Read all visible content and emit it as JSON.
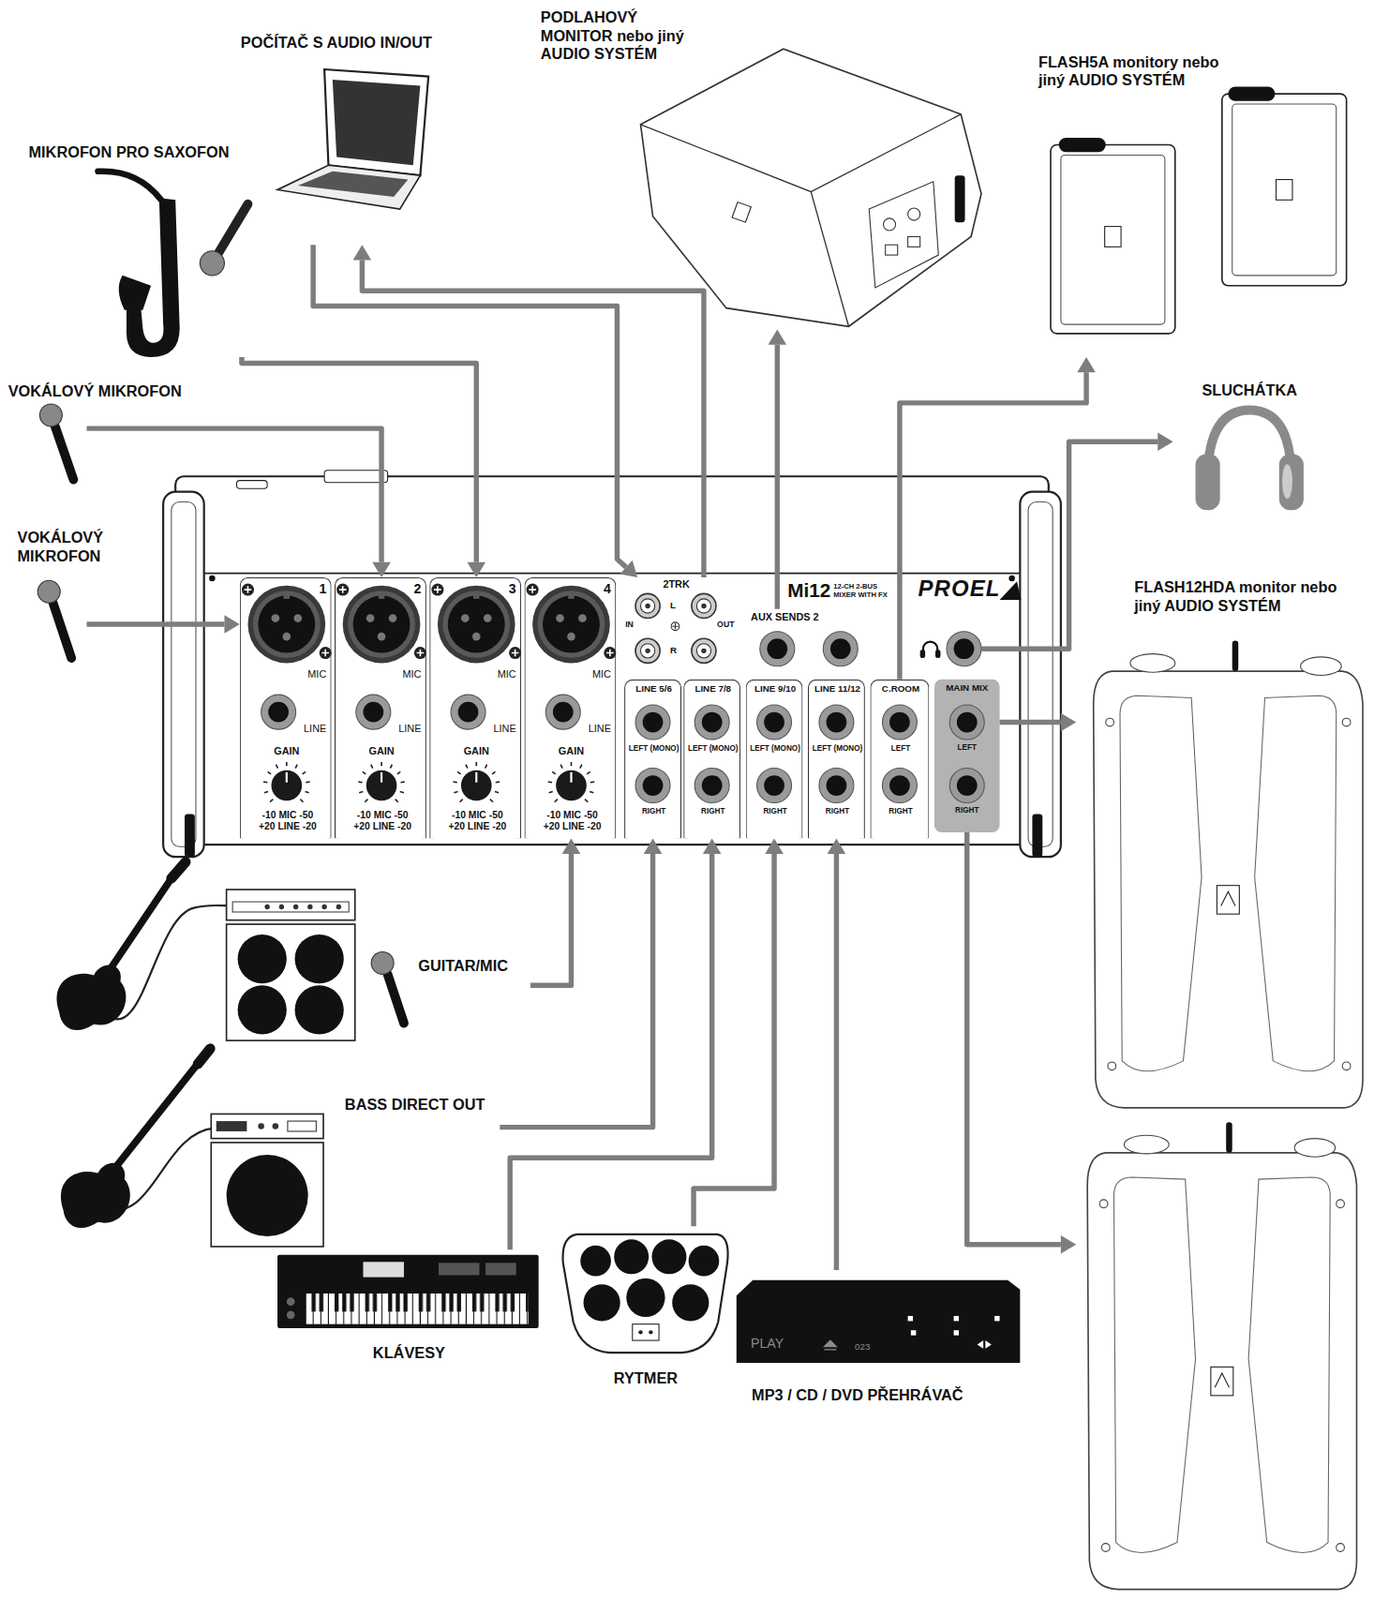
{
  "diagram": {
    "nodes": [
      {
        "text": [
          "PODLAHOVÝ MONITOR nebo jiný AUDIO SYSTÉM"
        ]
      },
      {
        "text": [
          "POČÍTAČ S AUDIO IN/OUT"
        ]
      },
      {
        "text": [
          "FLASH5A monitory nebo jiný AUDIO SYSTÉM"
        ]
      },
      {
        "text": [
          "MIKROFON PRO SAXOFON"
        ]
      },
      {
        "text": [
          "VOKÁLOVÝ MIKROFON"
        ]
      },
      {
        "text": [
          "SLUCHÁTKA"
        ]
      },
      {
        "text": [
          "VOKÁLOVÝ MIKROFON"
        ]
      },
      {
        "text": [
          "Mi12",
          "12-CH 2-BUS MIXER WITH FX",
          "PROEL"
        ]
      },
      {
        "text": [
          "1",
          "MIC",
          "LINE",
          "GAIN",
          "-10 MIC -50 +20 LINE -20"
        ],
        "in": 7
      },
      {
        "text": [
          "2",
          "MIC",
          "LINE",
          "GAIN",
          "-10 MIC -50 +20 LINE -20"
        ],
        "in": 7
      },
      {
        "text": [
          "3",
          "MIC",
          "LINE",
          "GAIN",
          "-10 MIC -50 +20 LINE -20"
        ],
        "in": 7
      },
      {
        "text": [
          "4",
          "MIC",
          "LINE",
          "GAIN",
          "-10 MIC -50 +20 LINE -20"
        ],
        "in": 7
      },
      {
        "text": [
          "2TRK",
          "L",
          "IN",
          "OUT",
          "R"
        ],
        "in": 7
      },
      {
        "text": [
          "AUX SENDS 2"
        ],
        "in": 7
      },
      {
        "text": [
          "LINE 5/6",
          "LEFT (MONO)",
          "RIGHT"
        ],
        "in": 7
      },
      {
        "text": [
          "LINE 7/8",
          "LEFT (MONO)",
          "RIGHT"
        ],
        "in": 7
      },
      {
        "text": [
          "LINE 9/10",
          "LEFT (MONO)",
          "RIGHT"
        ],
        "in": 7
      },
      {
        "text": [
          "LINE 11/12",
          "LEFT (MONO)",
          "RIGHT"
        ],
        "in": 7
      },
      {
        "text": [
          "C.ROOM",
          "LEFT",
          "RIGHT"
        ],
        "in": 7
      },
      {
        "text": [
          "MAIN MIX",
          "LEFT",
          "RIGHT"
        ],
        "in": 7
      },
      {
        "text": [
          "FLASH12HDA monitor nebo jiný AUDIO SYSTÉM"
        ]
      },
      {
        "text": [
          "GUITAR/MIC"
        ]
      },
      {
        "text": [
          "BASS DIRECT OUT"
        ]
      },
      {
        "text": [
          "KLÁVESY"
        ]
      },
      {
        "text": [
          "RYTMER"
        ]
      },
      {
        "text": [
          "MP3 / CD / DVD PŘEHRÁVAČ"
        ]
      }
    ],
    "edges": [
      {
        "from": 6,
        "to": 8,
        "arrow": "to"
      },
      {
        "from": 4,
        "to": 9,
        "arrow": "to"
      },
      {
        "from": 3,
        "to": 10,
        "arrow": "to"
      },
      {
        "from": 21,
        "to": 11,
        "arrow": "to"
      },
      {
        "from": 1,
        "to": 12,
        "arrow": "to"
      },
      {
        "from": 12,
        "to": 1,
        "arrow": "to"
      },
      {
        "from": 13,
        "to": 0,
        "arrow": "to"
      },
      {
        "from": 18,
        "to": 2,
        "arrow": "to"
      },
      {
        "from": 7,
        "to": 5,
        "arrow": "to"
      },
      {
        "from": 19,
        "to": 20,
        "arrow": "to"
      },
      {
        "from": 19,
        "to": 20,
        "arrow": "to"
      },
      {
        "from": 22,
        "to": 14,
        "arrow": "to"
      },
      {
        "from": 23,
        "to": 15,
        "arrow": "to"
      },
      {
        "from": 24,
        "to": 16,
        "arrow": "to"
      },
      {
        "from": 25,
        "to": 17,
        "arrow": "to"
      }
    ],
    "labels": [
      "PLAY",
      "023"
    ]
  }
}
